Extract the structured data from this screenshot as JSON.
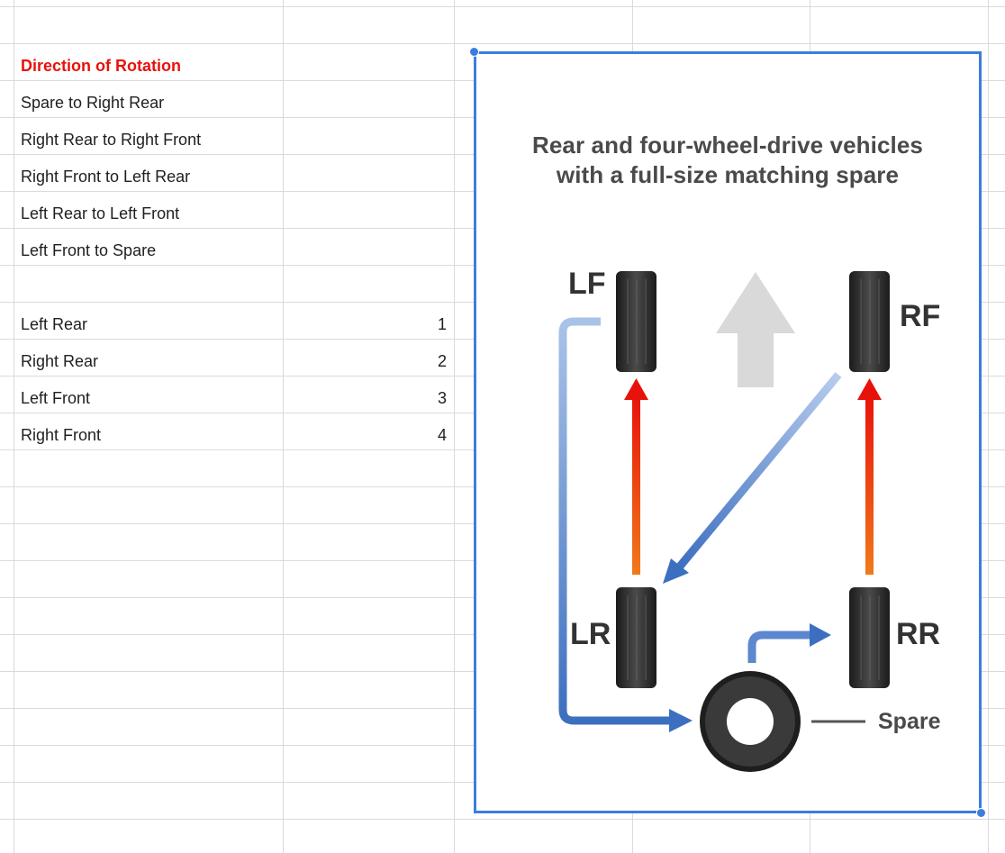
{
  "sheet": {
    "header": "Direction of Rotation",
    "steps": [
      "Spare to Right Rear",
      "Right Rear to Right Front",
      "Right Front to Left Rear",
      "Left Rear to Left Front",
      "Left Front to Spare"
    ],
    "positions": [
      {
        "label": "Left Rear",
        "value": "1"
      },
      {
        "label": "Right Rear",
        "value": "2"
      },
      {
        "label": "Left Front",
        "value": "3"
      },
      {
        "label": "Right Front",
        "value": "4"
      }
    ]
  },
  "figure": {
    "title_line1": "Rear and four-wheel-drive vehicles",
    "title_line2": "with a full-size matching spare",
    "labels": {
      "lf": "LF",
      "rf": "RF",
      "lr": "LR",
      "rr": "RR",
      "spare": "Spare"
    },
    "colors": {
      "selection": "#3b7de0",
      "red_arrow": "#e8120c",
      "blue_arrow": "#3d6fc0",
      "direction_arrow": "#d9d9d9"
    }
  }
}
